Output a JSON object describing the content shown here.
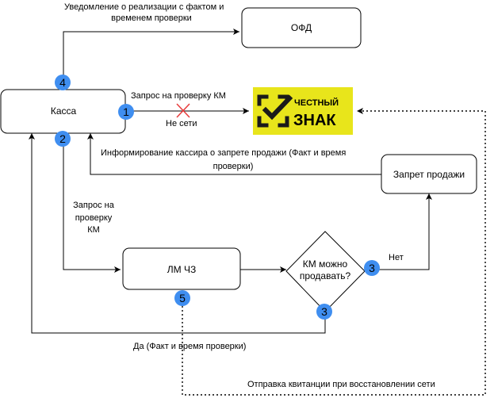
{
  "nodes": {
    "kassa": "Касса",
    "ofd": "ОФД",
    "lm": "ЛМ ЧЗ",
    "decision": [
      "КМ можно",
      "продавать?"
    ],
    "prohibit": "Запрет продажи"
  },
  "logo": {
    "line1": "ЧЕСТНЫЙ",
    "line2": "ЗНАК",
    "colors": {
      "background": "#E8E51B",
      "mark": "#1a1a1a"
    }
  },
  "edges": {
    "notify_ofd": [
      "Уведомление о реализации с фактом и",
      "временем проверки"
    ],
    "request_km": "Запрос на проверку КМ",
    "no_network": "Не сети",
    "inform_cashier": [
      "Информирование кассира о запрете продажи (Факт и время",
      "проверки)"
    ],
    "request_km_lm": [
      "Запрос на",
      "проверку",
      "КМ"
    ],
    "no": "Нет",
    "yes": "Да (Факт и время проверки)",
    "receipt": "Отправка квитанции при восстановлении сети"
  },
  "badges": {
    "b1": "1",
    "b2": "2",
    "b3_no": "3",
    "b3_yes": "3",
    "b4": "4",
    "b5": "5"
  },
  "colors": {
    "badge_fill": "#3f8ef0",
    "blocked_cross": "#e83b3b",
    "stroke": "#000000"
  }
}
